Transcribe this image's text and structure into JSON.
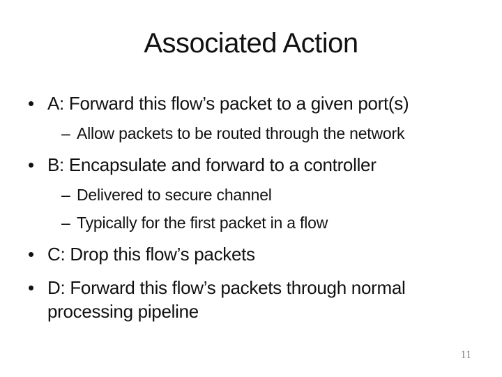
{
  "slide": {
    "title": "Associated Action",
    "bullet_char": "•",
    "dash_char": "–",
    "items": [
      {
        "level": 1,
        "text": "A: Forward this flow’s packet to a given port(s)"
      },
      {
        "level": 2,
        "text": "Allow packets to be routed through the network"
      },
      {
        "level": 1,
        "text": "B: Encapsulate and forward to a controller"
      },
      {
        "level": 2,
        "text": "Delivered to secure channel"
      },
      {
        "level": 2,
        "text": "Typically for the first packet in a flow"
      },
      {
        "level": 1,
        "text": "C: Drop this flow’s packets"
      },
      {
        "level": 1,
        "text": "D: Forward this flow’s packets through normal\nprocessing pipeline"
      }
    ],
    "page_number": "11",
    "colors": {
      "background": "#ffffff",
      "text": "#111111",
      "page_number": "#848484"
    }
  }
}
